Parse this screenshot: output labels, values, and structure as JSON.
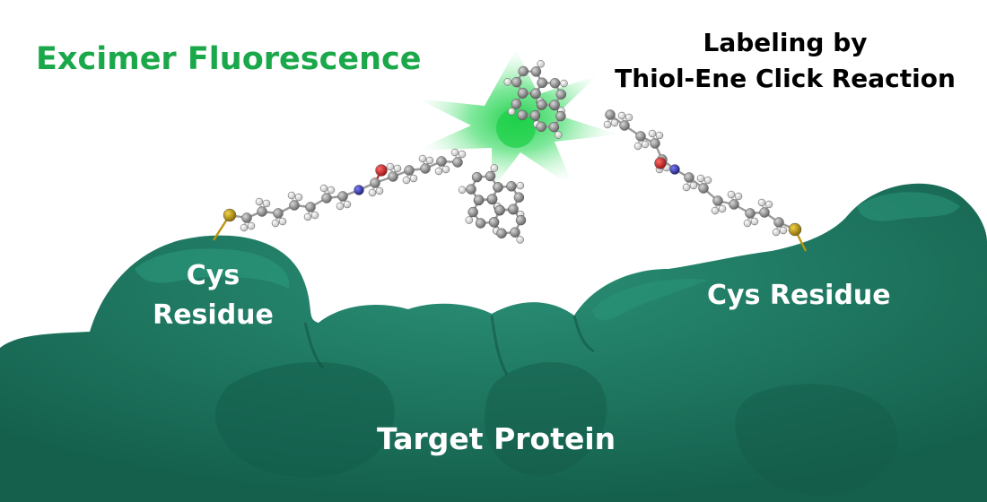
{
  "labels": {
    "excimer": "Excimer Fluorescence",
    "labeling_line1": "Labeling by",
    "labeling_line2": "Thiol-Ene Click Reaction",
    "cys_left_line1": "Cys",
    "cys_left_line2": "Residue",
    "cys_right": "Cys Residue",
    "target": "Target Protein"
  },
  "colors": {
    "protein": "#1d7a63",
    "glow": "#33d35a",
    "excimer_text": "#1ba84a",
    "carbon": "#8a8a8a",
    "hydrogen": "#f2f2f2",
    "nitrogen": "#3a3aa8",
    "oxygen": "#c62828",
    "sulfur": "#b8950e"
  }
}
